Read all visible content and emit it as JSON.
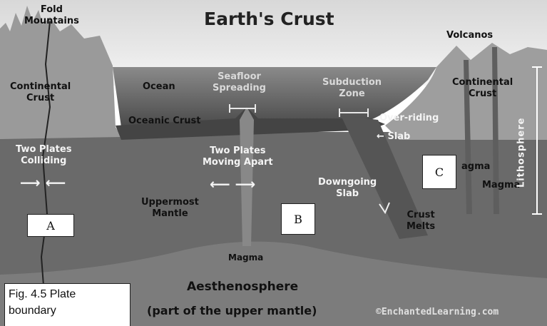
{
  "title": "Earth's Crust",
  "labels": {
    "fold_mountains": "Fold\nMountains",
    "volcanos": "Volcanos",
    "continental_crust_left": "Continental\nCrust",
    "continental_crust_right": "Continental\nCrust",
    "ocean": "Ocean",
    "seafloor_spreading": "Seafloor\nSpreading",
    "subduction_zone": "Subduction\nZone",
    "oceanic_crust": "Oceanic Crust",
    "over_riding": "Over-riding",
    "slab_upper": "Slab",
    "two_plates_colliding": "Two Plates\nColliding",
    "two_plates_moving_apart": "Two Plates\nMoving Apart",
    "downgoing_slab": "Downgoing\nSlab",
    "magma_right_1": "agma",
    "magma_right_2": "Magma",
    "lithosphere": "Lithosphere",
    "uppermost_mantle": "Uppermost\nMantle",
    "crust_melts": "Crust\nMelts",
    "magma_center": "Magma",
    "aesthenosphere": "Aesthenosphere",
    "upper_mantle_note": "(part of the upper mantle)",
    "credit": "©EnchantedLearning.com"
  },
  "boxes": {
    "a": "A",
    "b": "B",
    "c": "C"
  },
  "caption": {
    "line1": "Fig. 4.5 Plate",
    "line2": "boundary"
  },
  "arrows": {
    "right": "⟶",
    "left": "⟵",
    "left_small": "←"
  }
}
